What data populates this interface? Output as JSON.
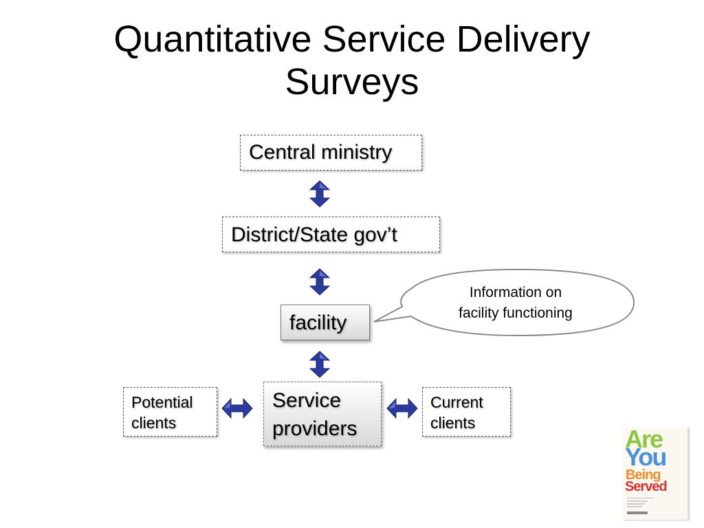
{
  "slide": {
    "title_line1": "Quantitative Service Delivery",
    "title_line2": "Surveys"
  },
  "diagram": {
    "central_ministry": "Central ministry",
    "district_state": "District/State gov’t",
    "facility": "facility",
    "service_providers_line1": "Service",
    "service_providers_line2": "providers",
    "potential_clients_line1": "Potential",
    "potential_clients_line2": "clients",
    "current_clients_line1": "Current",
    "current_clients_line2": "clients",
    "callout_line1": "Information on",
    "callout_line2": "facility functioning"
  },
  "colors": {
    "arrow_fill": "#2b3a9c",
    "arrow_highlight": "#7f8fe0"
  },
  "book_cover": {
    "word1": "Are",
    "word2": "You",
    "word3": "Being",
    "word4": "Served"
  }
}
